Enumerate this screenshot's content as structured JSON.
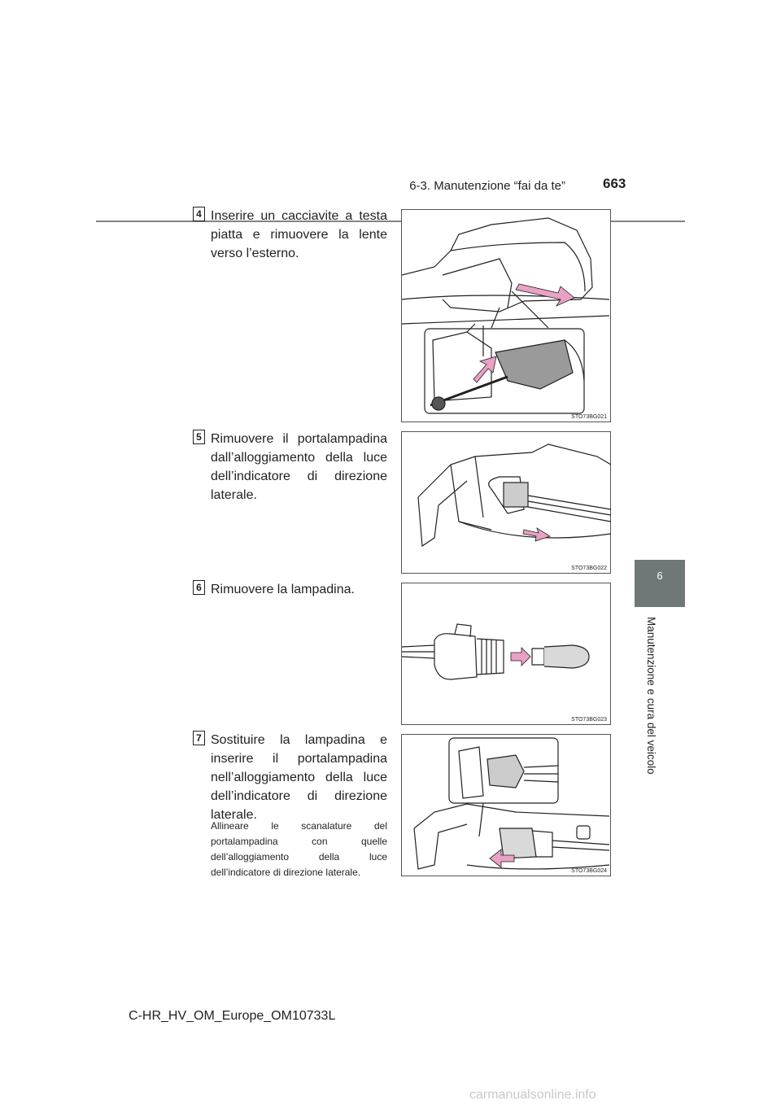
{
  "header": {
    "section": "6-3. Manutenzione “fai da te”",
    "page_number": "663"
  },
  "side_tab": {
    "number": "6",
    "label": "Manutenzione e cura del veicolo"
  },
  "steps": [
    {
      "badge": "4",
      "text": "Inserire un cacciavite a testa piatta e rimuovere la lente verso l’esterno.",
      "figure_code": "STO73BG021"
    },
    {
      "badge": "5",
      "text": "Rimuovere il portalampadina dall’alloggiamento della luce dell’indicatore di direzione laterale.",
      "figure_code": "STO73BG022"
    },
    {
      "badge": "6",
      "text": "Rimuovere la lampadina.",
      "figure_code": "STO73BG023"
    },
    {
      "badge": "7",
      "text": "Sostituire la lampadina e inserire il portalampadina nell’alloggiamento della luce dell’indicatore di direzione laterale.",
      "note": "Allineare le scanalature del portalampadina con quelle dell’alloggiamento della luce dell’indicatore di direzione laterale.",
      "figure_code": "STO73BG024"
    }
  ],
  "footer": {
    "manual_id": "C-HR_HV_OM_Europe_OM10733L"
  },
  "watermark": "carmanualsonline.info",
  "colors": {
    "arrow": "#e9a1c6",
    "tab": "#6f7877",
    "rule": "#7d8584"
  }
}
